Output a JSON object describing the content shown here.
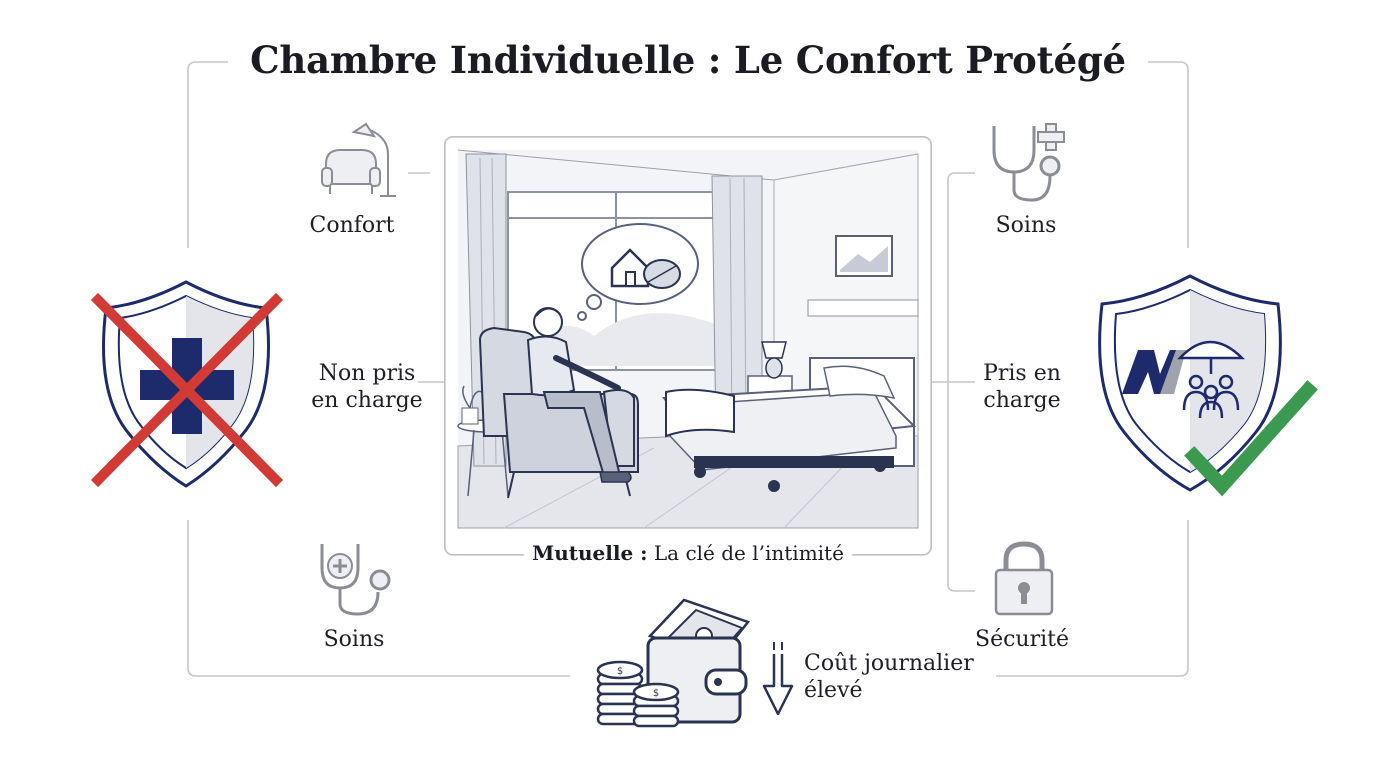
{
  "title": "Chambre Individuelle : Le Confort Protégé",
  "left": {
    "top_label": "Confort",
    "middle_label": "Non pris\nen charge",
    "bottom_label": "Soins"
  },
  "right": {
    "top_label": "Soins",
    "middle_label": "Pris en\ncharge",
    "bottom_label": "Sécurité"
  },
  "center": {
    "caption_bold": "Mutuelle :",
    "caption_rest": "La clé de l’intimité"
  },
  "bottom": {
    "cost_label": "Coût journalier\nélevé"
  },
  "colors": {
    "navy": "#1d2a6b",
    "red": "#d23a35",
    "green": "#3b9a4f",
    "gray": "#8a8d95"
  },
  "icons": [
    "armchair-lamp-icon",
    "stethoscope-plus-icon",
    "padlock-icon",
    "wallet-coins-icon",
    "down-arrow-icon",
    "crossed-shield-icon",
    "mutuelle-shield-icon",
    "check-icon"
  ]
}
